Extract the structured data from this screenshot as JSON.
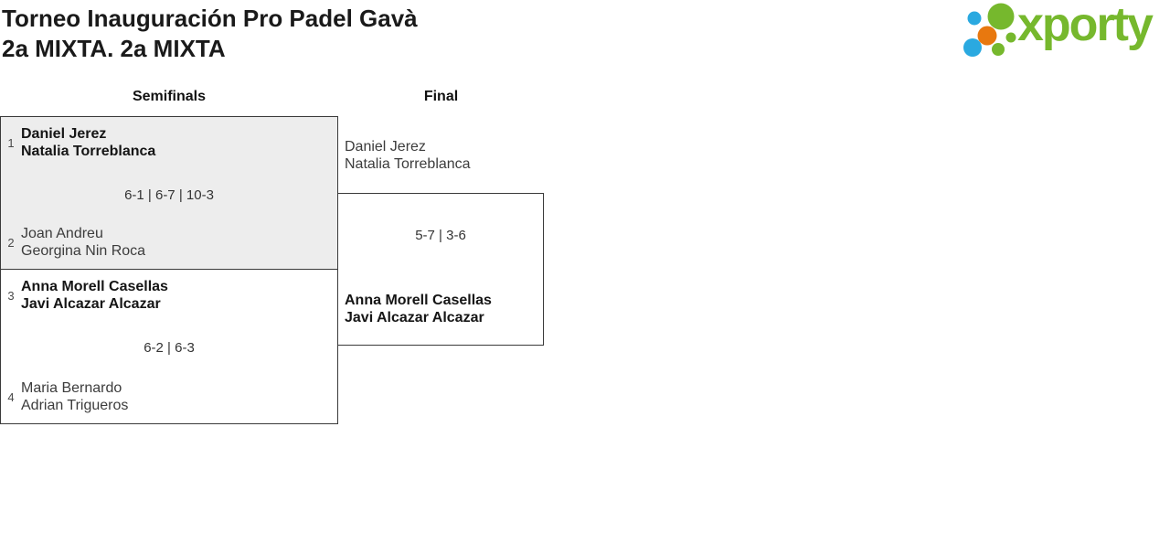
{
  "header": {
    "title_line1": "Torneo Inauguración Pro Padel Gavà",
    "title_line2": "2a MIXTA. 2a MIXTA",
    "logo_word": "xporty"
  },
  "colors": {
    "logo_green": "#76b82d",
    "logo_blue": "#2aa9e0",
    "logo_orange": "#e8780f",
    "box_border": "#3a3a3a",
    "box_fill": "#ededed",
    "winner_text": "#151515",
    "loser_text": "#3c3c3c",
    "seed_text": "#4a4a4a",
    "score_text": "#333333",
    "title_text": "#1a1a1a"
  },
  "bracket": {
    "round_headers": [
      "Semifinals",
      "Final"
    ],
    "semifinals": [
      {
        "seed_top": "1",
        "team_top": {
          "player1": "Daniel Jerez",
          "player2": "Natalia Torreblanca",
          "winner": true
        },
        "score": "6-1 | 6-7 | 10-3",
        "seed_bottom": "2",
        "team_bottom": {
          "player1": "Joan Andreu",
          "player2": "Georgina Nin Roca",
          "winner": false
        }
      },
      {
        "seed_top": "3",
        "team_top": {
          "player1": "Anna Morell Casellas",
          "player2": "Javi Alcazar Alcazar",
          "winner": true
        },
        "score": "6-2 | 6-3",
        "seed_bottom": "4",
        "team_bottom": {
          "player1": "Maria Bernardo",
          "player2": "Adrian Trigueros",
          "winner": false
        }
      }
    ],
    "final": {
      "team_top": {
        "player1": "Daniel Jerez",
        "player2": "Natalia Torreblanca",
        "winner": false
      },
      "score": "5-7 | 3-6",
      "team_bottom": {
        "player1": "Anna Morell Casellas",
        "player2": "Javi Alcazar Alcazar",
        "winner": true
      }
    }
  }
}
